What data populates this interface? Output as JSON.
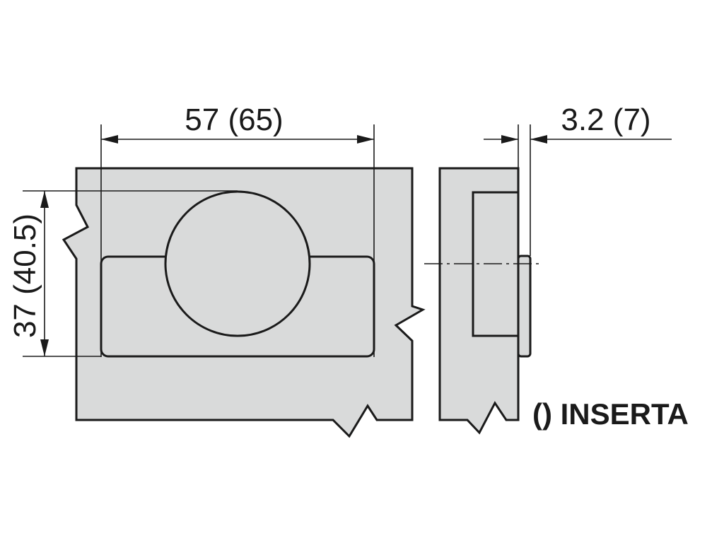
{
  "dimensions": {
    "cup_width": "57 (65)",
    "cup_depth": "37 (40.5)",
    "boring_offset": "3.2 (7)"
  },
  "note": "() INSERTA",
  "colors": {
    "material": "#d9dada",
    "line": "#1a1a1a"
  }
}
